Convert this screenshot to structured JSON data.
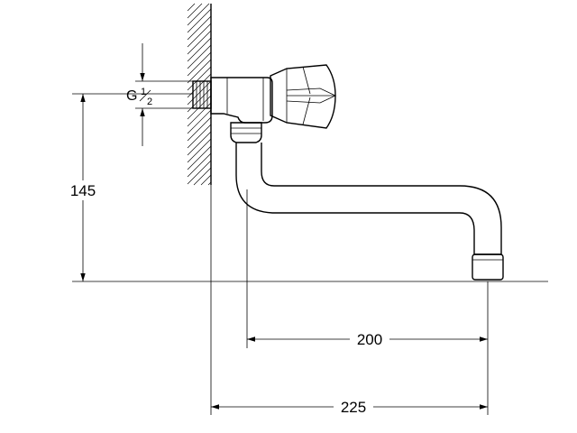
{
  "dimensions": {
    "thread_prefix": "G",
    "thread_numerator": "1",
    "thread_denominator": "2",
    "height": "145",
    "spout_reach": "200",
    "total_projection": "225"
  }
}
